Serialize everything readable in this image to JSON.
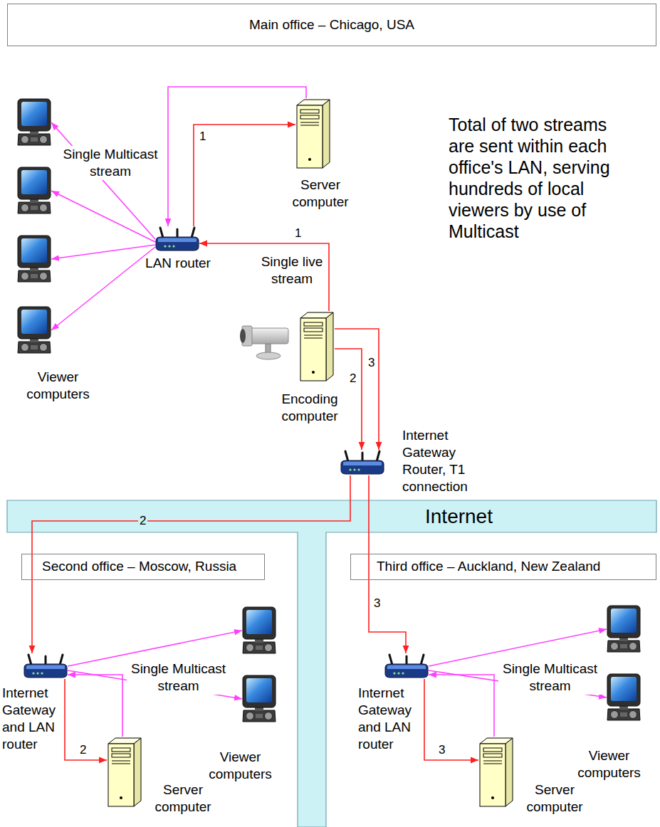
{
  "diagram": {
    "nodes": [
      {
        "text": [
          "Main office – Chicago, USA"
        ]
      },
      {
        "text": [
          "Server computer"
        ]
      },
      {
        "text": [
          "LAN router"
        ]
      },
      {
        "text": [
          "Viewer computers"
        ]
      },
      {
        "text": [
          "Encoding computer"
        ]
      },
      {
        "text": [
          "Internet Gateway Router, T1 connection"
        ]
      },
      {
        "text": [
          "Internet"
        ]
      },
      {
        "text": [
          "Second office – Moscow, Russia"
        ]
      },
      {
        "text": [
          "Internet Gateway and LAN router"
        ]
      },
      {
        "text": [
          "Viewer computers"
        ]
      },
      {
        "text": [
          "Server computer"
        ]
      },
      {
        "text": [
          "Third office – Auckland, New Zealand"
        ]
      },
      {
        "text": [
          "Internet Gateway and LAN router"
        ]
      },
      {
        "text": [
          "Viewer computers"
        ]
      },
      {
        "text": [
          "Server computer"
        ]
      }
    ],
    "edges": [
      {
        "from": 4,
        "to": 2,
        "label": "1",
        "arrow": "to"
      },
      {
        "from": 2,
        "to": 1,
        "label": "1",
        "arrow": "to"
      },
      {
        "from": 1,
        "to": 2,
        "arrow": "to"
      },
      {
        "from": 2,
        "to": 3,
        "arrow": "to"
      },
      {
        "from": 4,
        "to": 5,
        "label": "2",
        "arrow": "to"
      },
      {
        "from": 4,
        "to": 5,
        "label": "3",
        "arrow": "to"
      },
      {
        "from": 5,
        "to": 8,
        "label": "2",
        "arrow": "to"
      },
      {
        "from": 5,
        "to": 12,
        "label": "3",
        "arrow": "to"
      },
      {
        "from": 8,
        "to": 10,
        "label": "2",
        "arrow": "to"
      },
      {
        "from": 10,
        "to": 8,
        "arrow": "to"
      },
      {
        "from": 8,
        "to": 9,
        "arrow": "to"
      },
      {
        "from": 12,
        "to": 14,
        "label": "3",
        "arrow": "to"
      },
      {
        "from": 14,
        "to": 12,
        "arrow": "to"
      },
      {
        "from": 12,
        "to": 13,
        "arrow": "to"
      }
    ],
    "labels": [
      "Single Multicast stream",
      "Total of two streams are sent within each office's LAN, serving hundreds of local viewers by use of Multicast",
      "Single live stream",
      "Single Multicast stream",
      "Single Multicast stream"
    ]
  }
}
